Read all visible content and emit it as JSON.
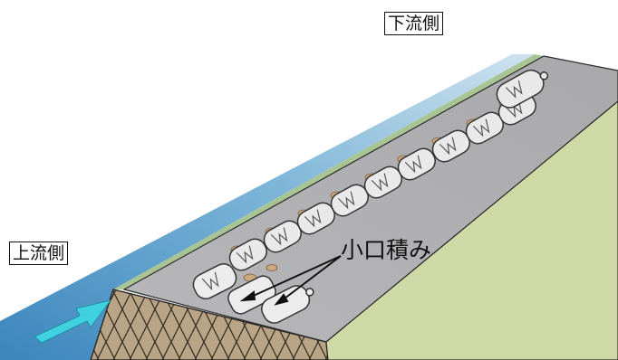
{
  "labels": {
    "downstream": "下流側",
    "upstream": "上流側",
    "header_bond": "小口積み"
  },
  "colors": {
    "water": "#5b9fc9",
    "water_light": "#bcd8ea",
    "crest": "#b4b4b6",
    "slope": "#cfd9a6",
    "embankment": "#b8a484",
    "bag": "#e8e8e8",
    "bag_outline": "#333333",
    "tie": "#c9a77f",
    "flow_arrow": "#3fd1e0"
  },
  "icons": {
    "flow_arrow": "flow-arrow-icon",
    "sandbag": "sandbag-icon"
  }
}
